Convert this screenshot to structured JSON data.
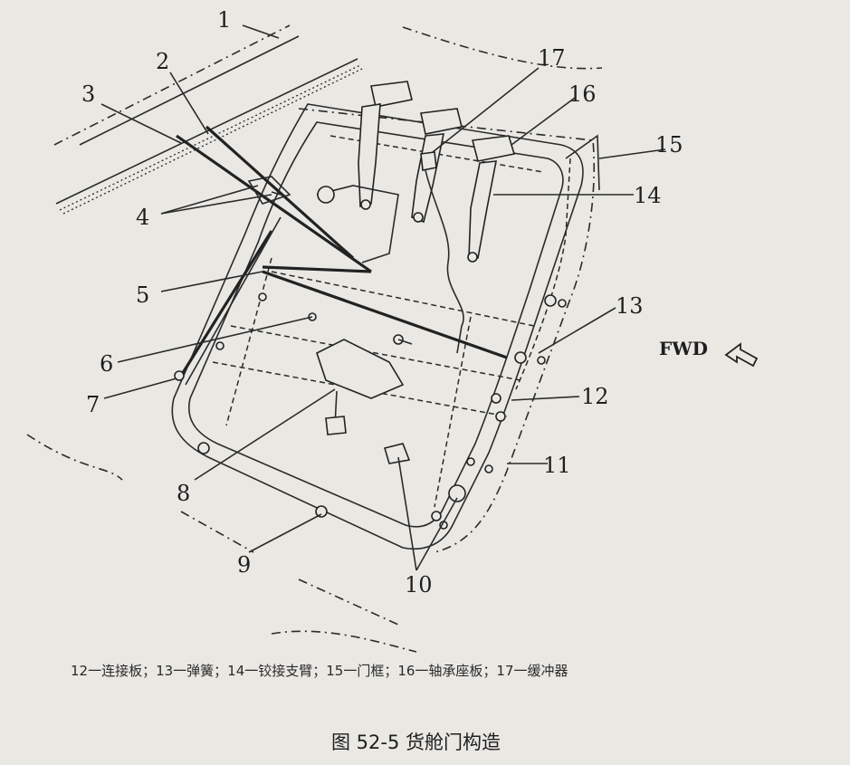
{
  "figure": {
    "caption": "图 52-5 货舱门构造",
    "legend_fragment": "12一连接板；13一弹簧；14一铰接支臂；15一门框；16一轴承座板；17一缓冲器",
    "direction_label": "FWD"
  },
  "callouts": [
    {
      "id": "1",
      "text": "1"
    },
    {
      "id": "2",
      "text": "2"
    },
    {
      "id": "3",
      "text": "3"
    },
    {
      "id": "4",
      "text": "4"
    },
    {
      "id": "5",
      "text": "5"
    },
    {
      "id": "6",
      "text": "6"
    },
    {
      "id": "7",
      "text": "7"
    },
    {
      "id": "8",
      "text": "8"
    },
    {
      "id": "9",
      "text": "9"
    },
    {
      "id": "10",
      "text": "10"
    },
    {
      "id": "11",
      "text": "11"
    },
    {
      "id": "12",
      "text": "12"
    },
    {
      "id": "13",
      "text": "13"
    },
    {
      "id": "14",
      "text": "14"
    },
    {
      "id": "15",
      "text": "15"
    },
    {
      "id": "16",
      "text": "16"
    },
    {
      "id": "17",
      "text": "17"
    }
  ]
}
